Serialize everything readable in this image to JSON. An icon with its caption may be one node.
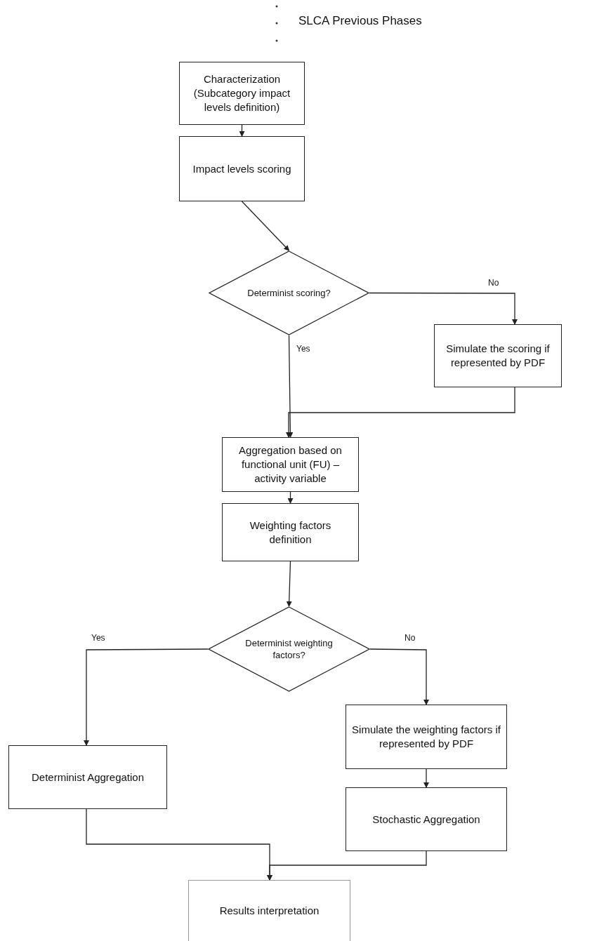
{
  "diagram": {
    "nodes": [
      {
        "text": [
          "Characterization (Subcategory impact levels definition)"
        ]
      },
      {
        "text": [
          "Impact levels scoring"
        ]
      },
      {
        "text": [
          "Determinist scoring?"
        ]
      },
      {
        "text": [
          "Simulate the scoring if represented by PDF"
        ]
      },
      {
        "text": [
          "Aggregation based on functional unit (FU) – activity variable"
        ]
      },
      {
        "text": [
          "Weighting factors definition"
        ]
      },
      {
        "text": [
          "Determinist weighting factors?"
        ]
      },
      {
        "text": [
          "Determinist Aggregation"
        ]
      },
      {
        "text": [
          "Simulate the weighting factors if represented by PDF"
        ]
      },
      {
        "text": [
          "Stochastic Aggregation"
        ]
      },
      {
        "text": [
          "Results interpretation"
        ]
      }
    ],
    "edges": [
      {
        "from": 0,
        "to": 1,
        "arrow": "to"
      },
      {
        "from": 1,
        "to": 2,
        "arrow": "to"
      },
      {
        "from": 2,
        "to": 3,
        "label": "No",
        "arrow": "to"
      },
      {
        "from": 2,
        "to": 4,
        "label": "Yes",
        "arrow": "to"
      },
      {
        "from": 3,
        "to": 4,
        "arrow": "to"
      },
      {
        "from": 4,
        "to": 5,
        "arrow": "to"
      },
      {
        "from": 5,
        "to": 6,
        "arrow": "to"
      },
      {
        "from": 6,
        "to": 7,
        "label": "Yes",
        "arrow": "to"
      },
      {
        "from": 6,
        "to": 8,
        "label": "No",
        "arrow": "to"
      },
      {
        "from": 8,
        "to": 9,
        "arrow": "to"
      },
      {
        "from": 7,
        "to": 10,
        "arrow": "to"
      },
      {
        "from": 9,
        "to": 10,
        "arrow": "to"
      }
    ],
    "labels": [
      "SLCA Previous Phases"
    ]
  }
}
